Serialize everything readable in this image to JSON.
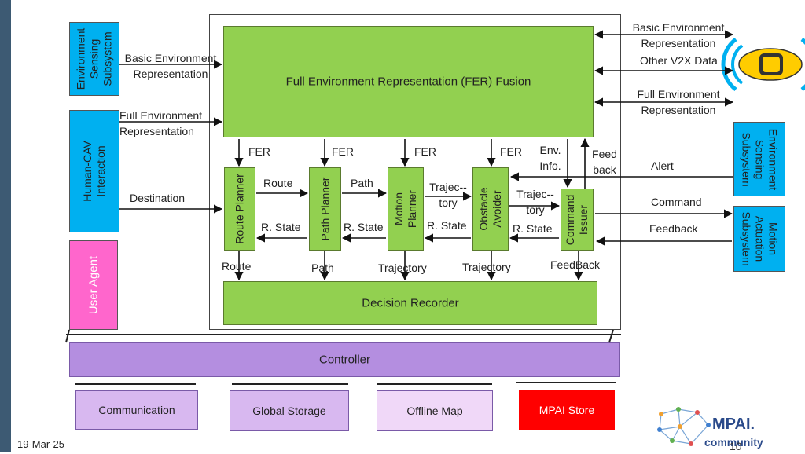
{
  "fusion": {
    "title": "Full Environment Representation (FER) Fusion"
  },
  "left": {
    "env_sensing": "Environment Sensing Subsystem",
    "env_sensing_lines": [
      "Environment",
      "Sensing",
      "Subsystem"
    ],
    "human_cav_lines": [
      "Human-CAV",
      "Interaction"
    ],
    "user_agent": "User Agent",
    "basic_env_lines": [
      "Basic Environment",
      "Representation"
    ],
    "full_env_lines": [
      "Full Environment",
      "Representation"
    ],
    "destination": "Destination"
  },
  "right": {
    "basic_env_lines": [
      "Basic Environment",
      "Representation"
    ],
    "other_v2x": "Other V2X Data",
    "full_env_lines": [
      "Full Environment",
      "Representation"
    ],
    "env_sensing_lines": [
      "Environment",
      "Sensing",
      "Subsystem"
    ],
    "motion_actuation_lines": [
      "Motion",
      "Actuation",
      "Subsystem"
    ],
    "alert": "Alert",
    "command": "Command",
    "feedback": "Feedback"
  },
  "modules": {
    "route_planner": "Route Planner",
    "path_planner": "Path Planner",
    "motion_planner_lines": [
      "Motion",
      "Planner"
    ],
    "obstacle_avoider_lines": [
      "Obstacle",
      "Avoider"
    ],
    "command_issuer_lines": [
      "Command",
      "Issuer"
    ]
  },
  "flows": {
    "fer": "FER",
    "env_info_lines": [
      "Env.",
      "Info."
    ],
    "feedback_lines": [
      "Feed",
      "back"
    ],
    "route": "Route",
    "path": "Path",
    "trajectory_split_lines": [
      "Trajec--",
      "tory"
    ],
    "r_state": "R. State",
    "route_down": "Route",
    "path_down": "Path",
    "trajectory": "Trajectory",
    "feedback_down": "FeedBack"
  },
  "decision_recorder": "Decision Recorder",
  "controller": "Controller",
  "bottom": {
    "communication": "Communication",
    "global_storage": "Global Storage",
    "offline_map": "Offline Map",
    "mpai_store": "MPAI Store"
  },
  "footer": {
    "date": "19-Mar-25",
    "page": "10",
    "logo_main": "MPAI.",
    "logo_sub": "community"
  },
  "colors": {
    "module_green": "#92d050",
    "subsystem_blue": "#00b0f0",
    "user_agent_pink": "#ff66cc",
    "controller_purple": "#b48ee0",
    "store_red": "#ff0000",
    "lavender": "#d8b8f0"
  }
}
